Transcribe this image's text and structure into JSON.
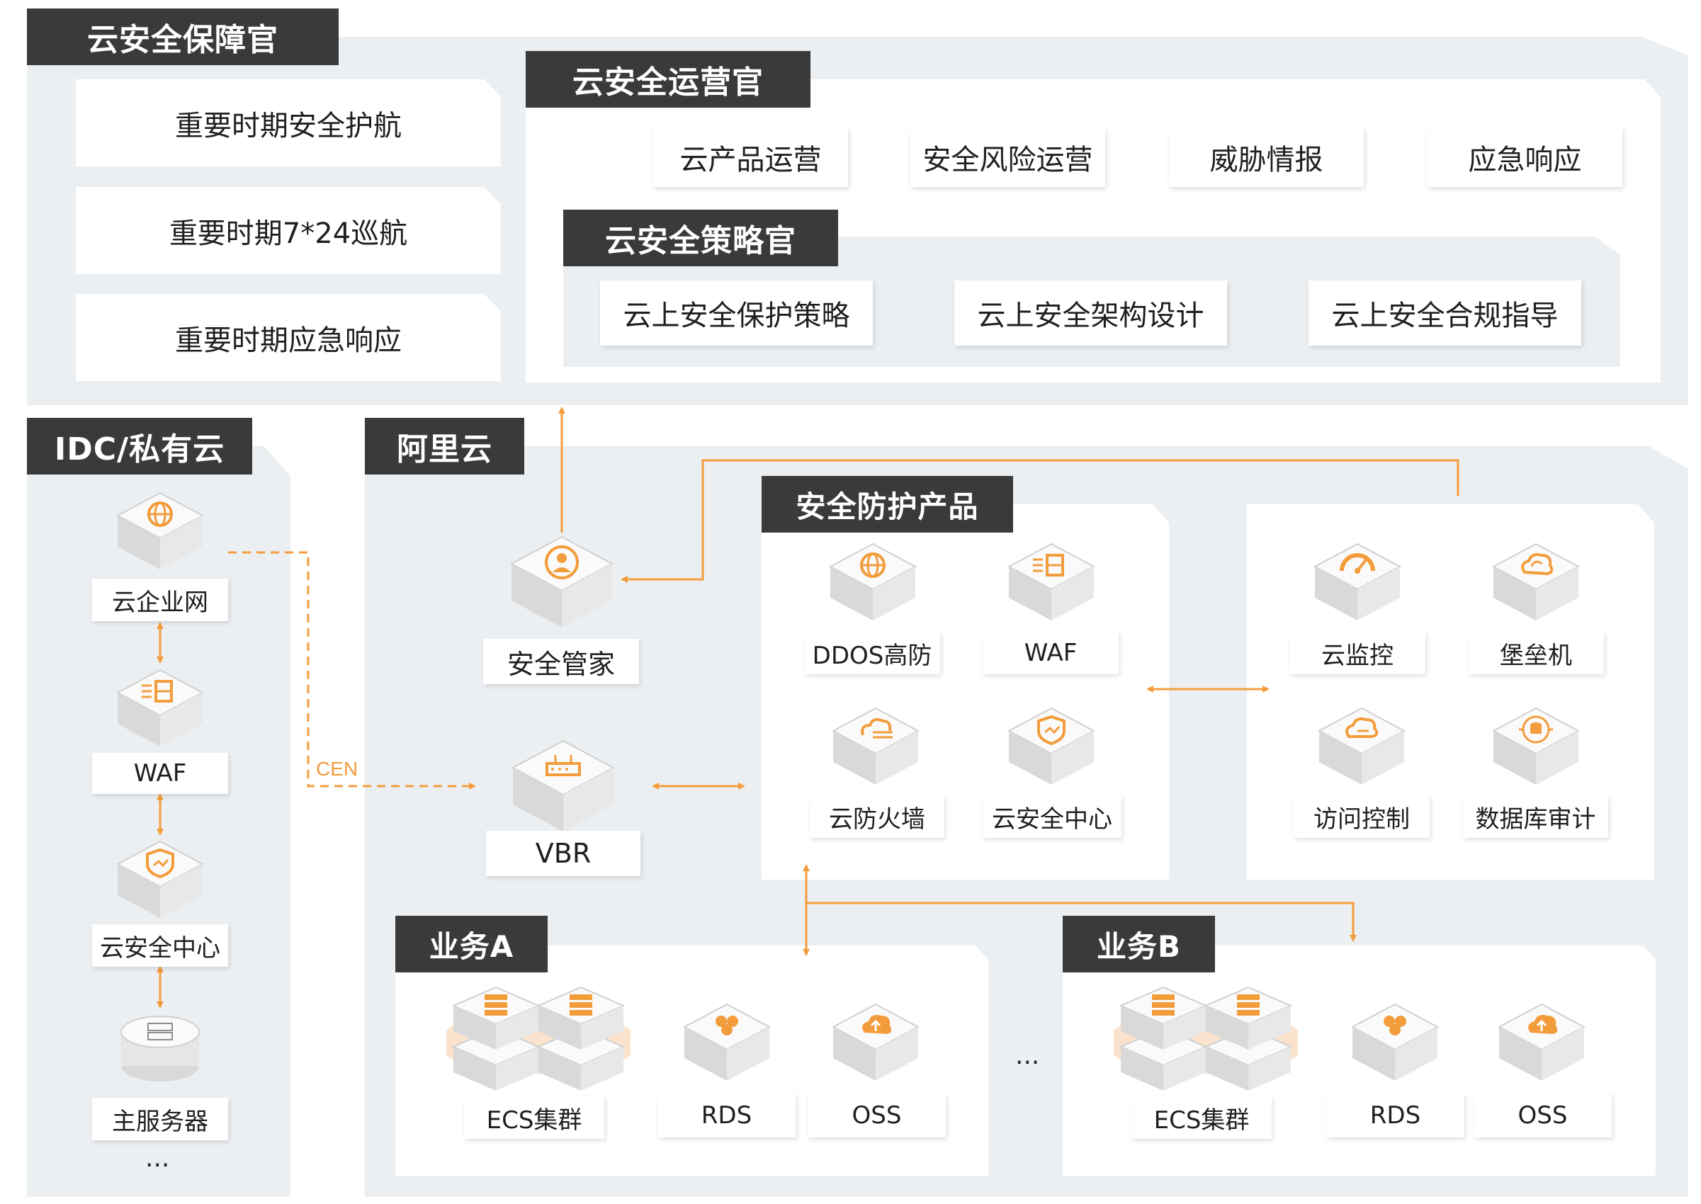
{
  "top_section": {
    "title": "云安全保障官",
    "items": [
      "重要时期安全护航",
      "重要时期7*24巡航",
      "重要时期应急响应"
    ]
  },
  "operations": {
    "title": "云安全运营官",
    "items": [
      "云产品运营",
      "安全风险运营",
      "威胁情报",
      "应急响应"
    ]
  },
  "strategy": {
    "title": "云安全策略官",
    "items": [
      "云上安全保护策略",
      "云上安全架构设计",
      "云上安全合规指导"
    ]
  },
  "idc": {
    "title": "IDC/私有云",
    "nodes": [
      "云企业网",
      "WAF",
      "云安全中心",
      "主服务器"
    ],
    "more": "...",
    "link_label": "CEN"
  },
  "aliyun": {
    "title": "阿里云",
    "security_manager": "安全管家",
    "vbr": "VBR",
    "protection": {
      "title": "安全防护产品",
      "items": [
        "DDOS高防",
        "WAF",
        "云防火墙",
        "云安全中心"
      ]
    },
    "monitoring": {
      "items": [
        "云监控",
        "堡垒机",
        "访问控制",
        "数据库审计"
      ]
    },
    "business_a": {
      "title": "业务A",
      "items": [
        "ECS集群",
        "RDS",
        "OSS"
      ]
    },
    "business_b": {
      "title": "业务B",
      "items": [
        "ECS集群",
        "RDS",
        "OSS"
      ]
    },
    "between": "..."
  },
  "colors": {
    "accent": "#f39c3b",
    "header_bg": "#3a3a3a",
    "panel_bg": "#eceff2"
  },
  "icons": {
    "ddos": "globe-shield-icon",
    "waf": "firewall-wall-icon",
    "firewall": "cloud-firewall-icon",
    "security_center": "shield-check-icon",
    "monitor": "gauge-icon",
    "bastion": "cloud-sync-icon",
    "access": "cloud-key-icon",
    "db_audit": "database-target-icon",
    "cen": "globe-network-icon",
    "manager": "person-globe-icon",
    "vbr": "router-icon",
    "ecs": "server-stack-icon",
    "rds": "database-cluster-icon",
    "oss": "cloud-storage-icon",
    "server": "server-icon"
  }
}
